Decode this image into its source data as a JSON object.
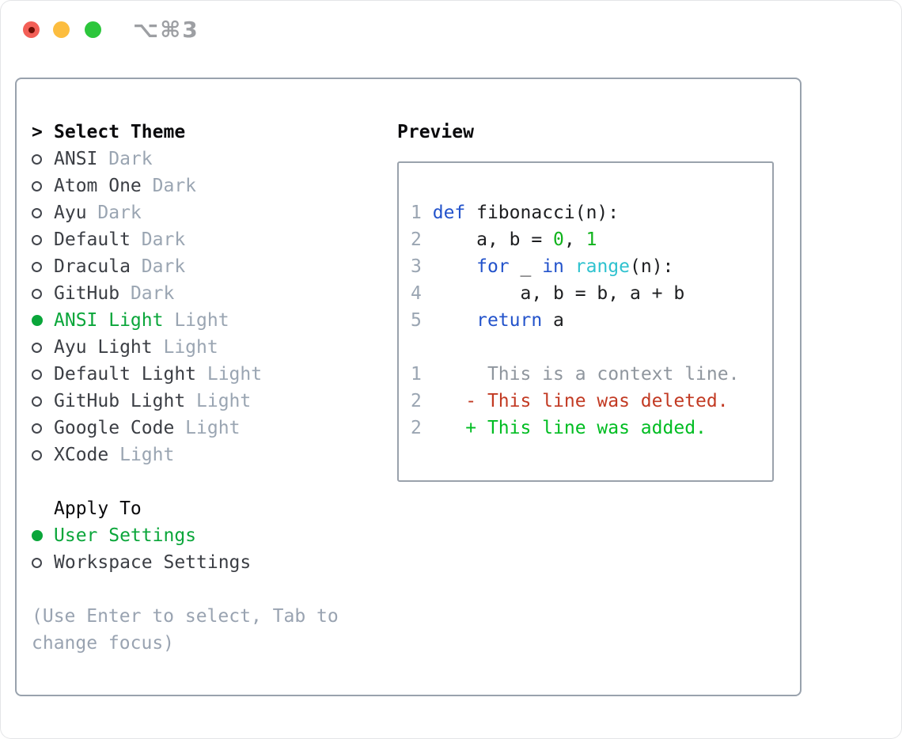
{
  "titlebar": {
    "shortcut": "⌥⌘3"
  },
  "theme_selector": {
    "title_prefix": ">",
    "title": "Select Theme",
    "themes": [
      {
        "name": "ANSI",
        "variant": "Dark",
        "selected": false
      },
      {
        "name": "Atom One",
        "variant": "Dark",
        "selected": false
      },
      {
        "name": "Ayu",
        "variant": "Dark",
        "selected": false
      },
      {
        "name": "Default",
        "variant": "Dark",
        "selected": false
      },
      {
        "name": "Dracula",
        "variant": "Dark",
        "selected": false
      },
      {
        "name": "GitHub",
        "variant": "Dark",
        "selected": false
      },
      {
        "name": "ANSI Light",
        "variant": "Light",
        "selected": true
      },
      {
        "name": "Ayu Light",
        "variant": "Light",
        "selected": false
      },
      {
        "name": "Default Light",
        "variant": "Light",
        "selected": false
      },
      {
        "name": "GitHub Light",
        "variant": "Light",
        "selected": false
      },
      {
        "name": "Google Code",
        "variant": "Light",
        "selected": false
      },
      {
        "name": "XCode",
        "variant": "Light",
        "selected": false
      }
    ],
    "apply_to": {
      "title": "Apply To",
      "options": [
        {
          "label": "User Settings",
          "selected": true
        },
        {
          "label": "Workspace Settings",
          "selected": false
        }
      ]
    },
    "help_lines": [
      "(Use Enter to select, Tab to",
      "change focus)"
    ]
  },
  "preview": {
    "title": "Preview",
    "lines": [
      {
        "segments": [
          {
            "text": "1",
            "style": "num"
          },
          {
            "text": " ",
            "style": "plain"
          },
          {
            "text": "def",
            "style": "kw"
          },
          {
            "text": " fibonacci(n):",
            "style": "plain"
          }
        ]
      },
      {
        "segments": [
          {
            "text": "2",
            "style": "num"
          },
          {
            "text": "     a, b = ",
            "style": "plain"
          },
          {
            "text": "0",
            "style": "lit"
          },
          {
            "text": ", ",
            "style": "plain"
          },
          {
            "text": "1",
            "style": "lit"
          }
        ]
      },
      {
        "segments": [
          {
            "text": "3",
            "style": "num"
          },
          {
            "text": "     ",
            "style": "plain"
          },
          {
            "text": "for",
            "style": "kw"
          },
          {
            "text": " _ ",
            "style": "plain"
          },
          {
            "text": "in",
            "style": "kw"
          },
          {
            "text": " ",
            "style": "plain"
          },
          {
            "text": "range",
            "style": "fn"
          },
          {
            "text": "(n):",
            "style": "plain"
          }
        ]
      },
      {
        "segments": [
          {
            "text": "4",
            "style": "num"
          },
          {
            "text": "         a, b = b, a + b",
            "style": "plain"
          }
        ]
      },
      {
        "segments": [
          {
            "text": "5",
            "style": "num"
          },
          {
            "text": "     ",
            "style": "plain"
          },
          {
            "text": "return",
            "style": "kw"
          },
          {
            "text": " a",
            "style": "plain"
          }
        ]
      },
      {
        "segments": []
      },
      {
        "segments": [
          {
            "text": "1",
            "style": "num"
          },
          {
            "text": "      ",
            "style": "plain"
          },
          {
            "text": "This is a context line.",
            "style": "ctx"
          }
        ]
      },
      {
        "segments": [
          {
            "text": "2",
            "style": "num"
          },
          {
            "text": "    ",
            "style": "plain"
          },
          {
            "text": "- This line was deleted.",
            "style": "del"
          }
        ]
      },
      {
        "segments": [
          {
            "text": "2",
            "style": "num"
          },
          {
            "text": "    ",
            "style": "plain"
          },
          {
            "text": "+ This line was added.",
            "style": "add"
          }
        ]
      }
    ]
  },
  "colors": {
    "accent_green": "#0aa63a",
    "keyword_blue": "#2353cb",
    "builtin_cyan": "#2fc2cf",
    "literal_green": "#10b31c",
    "deleted_red": "#c23a23",
    "added_green": "#00bd22",
    "muted_gray": "#9aa5b2",
    "panel_border_gray": "#99a2ad",
    "traffic_red": "#f35f57",
    "traffic_yellow": "#fcbd3f",
    "traffic_green": "#2cc63c"
  }
}
